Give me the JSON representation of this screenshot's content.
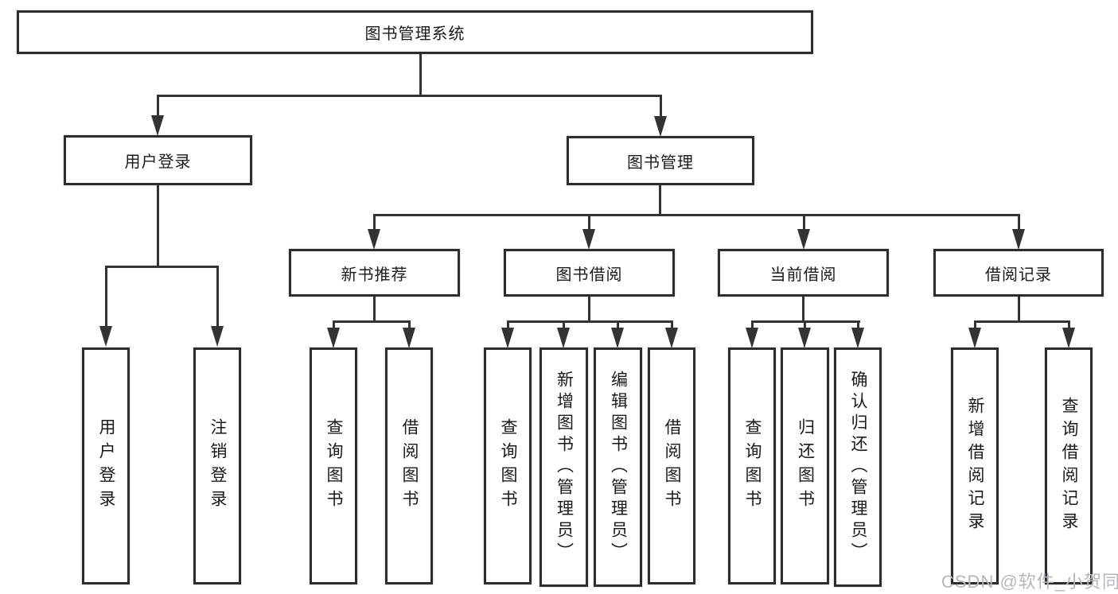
{
  "diagram": {
    "root": {
      "label": "图书管理系统"
    },
    "level2": {
      "user_login": {
        "label": "用户登录"
      },
      "book_mgmt": {
        "label": "图书管理"
      }
    },
    "level3": {
      "new_books": {
        "label": "新书推荐"
      },
      "book_borrow": {
        "label": "图书借阅"
      },
      "current_borrow": {
        "label": "当前借阅"
      },
      "borrow_records": {
        "label": "借阅记录"
      }
    },
    "leaves": {
      "user_login": [
        "用户登录",
        "注销登录"
      ],
      "new_books": [
        "查询图书",
        "借阅图书"
      ],
      "book_borrow": [
        "查询图书",
        "新增图书（管理员）",
        "编辑图书（管理员）",
        "借阅图书"
      ],
      "current_borrow": [
        "查询图书",
        "归还图书",
        "确认归还（管理员）"
      ],
      "borrow_records": [
        "新增借阅记录",
        "查询借阅记录"
      ]
    }
  },
  "watermark": {
    "text": "CSDN @软件_小贺同学"
  },
  "colors": {
    "background": "#ffffff",
    "line": "#333333",
    "box_border": "#2d2d2d",
    "text": "#1a1a1a",
    "watermark": "#b4b8be"
  }
}
